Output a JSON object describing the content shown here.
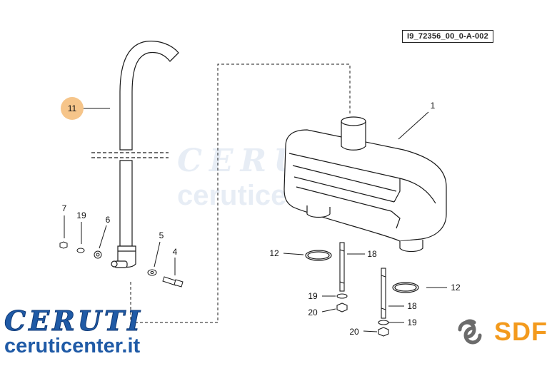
{
  "reference_code": "I9_72356_00_0-A-002",
  "callouts": [
    {
      "id": "c11",
      "label": "11",
      "highlight": true
    },
    {
      "id": "c1",
      "label": "1"
    },
    {
      "id": "c7",
      "label": "7"
    },
    {
      "id": "c19a",
      "label": "19"
    },
    {
      "id": "c6",
      "label": "6"
    },
    {
      "id": "c5",
      "label": "5"
    },
    {
      "id": "c4",
      "label": "4"
    },
    {
      "id": "c12a",
      "label": "12"
    },
    {
      "id": "c18a",
      "label": "18"
    },
    {
      "id": "c12b",
      "label": "12"
    },
    {
      "id": "c19b",
      "label": "19"
    },
    {
      "id": "c20a",
      "label": "20"
    },
    {
      "id": "c18b",
      "label": "18"
    },
    {
      "id": "c20b",
      "label": "20"
    },
    {
      "id": "c19c",
      "label": "19"
    }
  ],
  "brand": {
    "title": "CERUTI",
    "url": "ceruticenter.it"
  },
  "sdf_logo": {
    "text": "SDF"
  },
  "watermark": {
    "title": "CERUTI",
    "url": "ceruticenter.it"
  },
  "colors": {
    "line": "#1a1a1a",
    "highlight": "#f6c58a",
    "brand_blue": "#1f5aa6",
    "sdf_orange": "#f39a1d",
    "sdf_gray": "#6b6b6b"
  }
}
